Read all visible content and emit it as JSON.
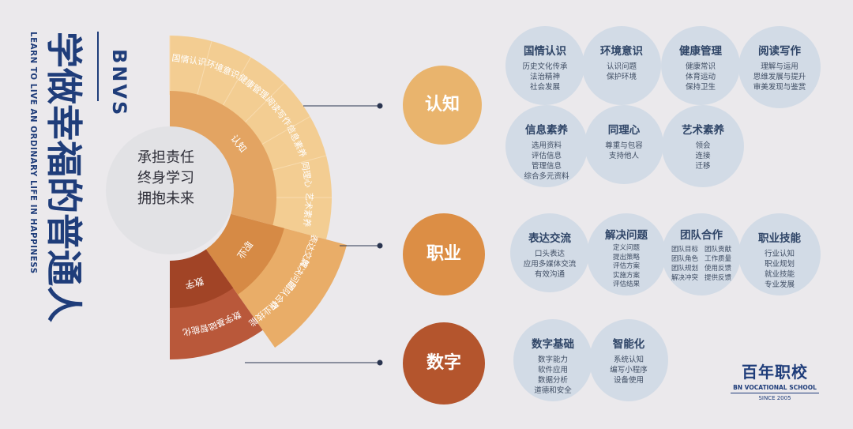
{
  "title": {
    "brand": "BNVS",
    "main": "学做幸福的普通人",
    "english": "LEARN TO LIVE AN ORDINARY LIFE IN HAPPINESS"
  },
  "hub": {
    "lines": [
      "承担责任",
      "终身学习",
      "拥抱未来"
    ]
  },
  "wheel": {
    "inner": [
      "认知",
      "职业",
      "数字"
    ],
    "outer_renzhi": [
      "国情认识",
      "环境意识",
      "健康管理",
      "阅读写作",
      "信息素养",
      "同理心",
      "艺术素养"
    ],
    "outer_zhiye": [
      "表达交流",
      "解决问题",
      "团队合作",
      "职业技能"
    ],
    "outer_shuzi": [
      "数字基础",
      "智能化"
    ]
  },
  "categories": [
    {
      "label": "认知",
      "color": "#e9b46d"
    },
    {
      "label": "职业",
      "color": "#dc8e45"
    },
    {
      "label": "数字",
      "color": "#b4552d"
    }
  ],
  "bubbles": [
    {
      "title": "国情认识",
      "items": "历史文化传承\n法治精神\n社会发展"
    },
    {
      "title": "环境意识",
      "items": "认识问题\n保护环境"
    },
    {
      "title": "健康管理",
      "items": "健康常识\n体育运动\n保持卫生"
    },
    {
      "title": "阅读写作",
      "items": "理解与运用\n思维发展与提升\n审美发现与鉴赏"
    },
    {
      "title": "信息素养",
      "items": "选用资料\n评估信息\n管理信息\n综合多元资料"
    },
    {
      "title": "同理心",
      "items": "尊重与包容\n支持他人"
    },
    {
      "title": "艺术素养",
      "items": "领会\n连接\n迁移"
    },
    {
      "title": "表达交流",
      "items": "口头表达\n应用多媒体交流\n有效沟通"
    },
    {
      "title": "解决问题",
      "items": "定义问题\n提出策略\n评估方案\n实施方案\n评估结果"
    },
    {
      "title": "团队合作",
      "items": "团队目标\n团队角色\n团队规划\n解决冲突",
      "items2": "团队贡献\n工作质量\n使用反馈\n提供反馈"
    },
    {
      "title": "职业技能",
      "items": "行业认知\n职业规划\n就业技能\n专业发展"
    },
    {
      "title": "数字基础",
      "items": "数字能力\n软件应用\n数据分析\n道德和安全"
    },
    {
      "title": "智能化",
      "items": "系统认知\n编写小程序\n设备使用"
    }
  ],
  "logo": {
    "name": "百年职校",
    "english": "BN VOCATIONAL SCHOOL",
    "since": "SINCE 2005"
  },
  "colors": {
    "navy": "#1f3d7a",
    "bubble": "#d2dbe6",
    "ring_light": "#f3cd92",
    "ring_mid": "#e3a462",
    "ring_dark": "#a14426"
  }
}
